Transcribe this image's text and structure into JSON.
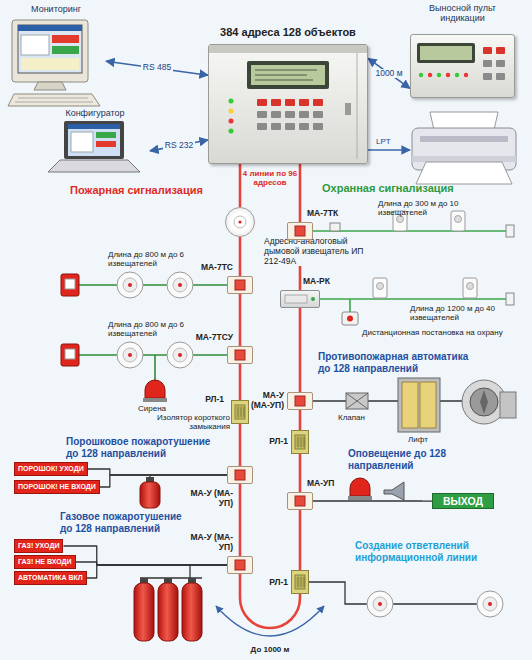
{
  "diagram": {
    "nodes": [
      {
        "text": [
          "Мониторинг"
        ]
      },
      {
        "text": [
          "384 адреса 128 объектов"
        ]
      },
      {
        "text": [
          "Выносной пульт индикации"
        ]
      },
      {
        "text": [
          "Конфигуратор"
        ]
      },
      {
        "text": [
          "Адресно-аналоговый дымовой извещатель ИП 212-49А"
        ]
      },
      {
        "text": [
          "МА-7ТК"
        ]
      },
      {
        "text": [
          "МА-РК"
        ]
      },
      {
        "text": [
          "МА-7ТС"
        ]
      },
      {
        "text": [
          "МА-7ТСУ"
        ]
      },
      {
        "text": [
          "РЛ-1"
        ]
      },
      {
        "text": [
          "МА-У (МА-УП)"
        ]
      },
      {
        "text": [
          "РЛ-1"
        ]
      },
      {
        "text": [
          "ПОРОШОК! УХОДИ"
        ]
      },
      {
        "text": [
          "ПОРОШОК! НЕ ВХОДИ"
        ]
      },
      {
        "text": [
          "МА-У (МА-УП)"
        ]
      },
      {
        "text": [
          "МА-УП"
        ]
      },
      {
        "text": [
          "ВЫХОД"
        ]
      },
      {
        "text": [
          "ГАЗ! УХОДИ"
        ]
      },
      {
        "text": [
          "ГАЗ! НЕ ВХОДИ"
        ]
      },
      {
        "text": [
          "АВТОМАТИКА ВКЛ"
        ]
      },
      {
        "text": [
          "МА-У (МА-УП)"
        ]
      },
      {
        "text": [
          "РЛ-1"
        ]
      }
    ],
    "edges": [
      {
        "from": 0,
        "to": 1,
        "arrow": "both",
        "label": "RS 485"
      },
      {
        "from": 3,
        "to": 1,
        "arrow": "both",
        "label": "RS 232"
      },
      {
        "from": 1,
        "to": 2,
        "arrow": "both",
        "label": "1000 м"
      },
      {
        "from": 1,
        "to": 4,
        "arrow": "none"
      },
      {
        "from": 4,
        "to": 7,
        "arrow": "none"
      },
      {
        "from": 7,
        "to": 8,
        "arrow": "none"
      },
      {
        "from": 8,
        "to": 9,
        "arrow": "none"
      },
      {
        "from": 9,
        "to": 14,
        "arrow": "none"
      },
      {
        "from": 14,
        "to": 20,
        "arrow": "none"
      },
      {
        "from": 20,
        "to": 21,
        "arrow": "none"
      },
      {
        "from": 21,
        "to": 15,
        "arrow": "none"
      },
      {
        "from": 15,
        "to": 11,
        "arrow": "none"
      },
      {
        "from": 11,
        "to": 10,
        "arrow": "none"
      },
      {
        "from": 10,
        "to": 6,
        "arrow": "none"
      },
      {
        "from": 6,
        "to": 5,
        "arrow": "none"
      },
      {
        "from": 5,
        "to": 1,
        "arrow": "none"
      },
      {
        "from": 14,
        "to": 12,
        "arrow": "none"
      },
      {
        "from": 14,
        "to": 13,
        "arrow": "none"
      },
      {
        "from": 20,
        "to": 17,
        "arrow": "none"
      },
      {
        "from": 20,
        "to": 18,
        "arrow": "none"
      },
      {
        "from": 20,
        "to": 19,
        "arrow": "none"
      },
      {
        "from": 15,
        "to": 16,
        "arrow": "none"
      }
    ],
    "labels": [
      "Пожарная сигнализация",
      "4 линии по 96 адресов",
      "Охранная сигнализация",
      "Длина до 300 м до 10 извещателей",
      "Длина до 800 м до 6 извещателей",
      "Длина до 1200 м до 40 извещателей",
      "Длина до 800 м до 6 извещателей",
      "Дистанционная постановка на охрану",
      "Противопожарная автоматика до 128 направлений",
      "Сирена",
      "Изолятор короткого замыкания",
      "Клапан",
      "Порошковое пожаротушение до 128 направлений",
      "Лифт",
      "Оповещение до 128 направлений",
      "Газовое пожаротушение до 128 направлений",
      "Создание ответвлений информационной линии",
      "LPT",
      "До 1000 м"
    ]
  }
}
